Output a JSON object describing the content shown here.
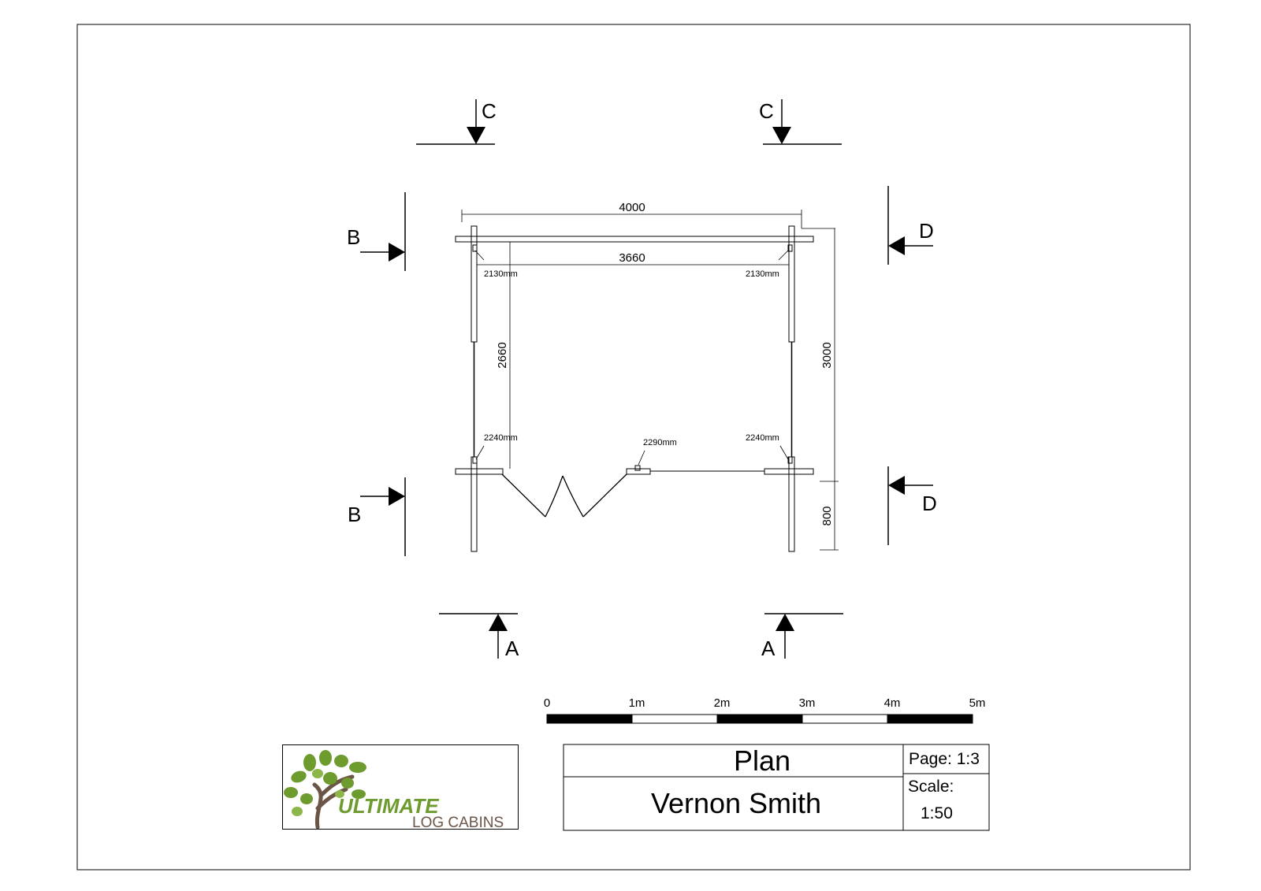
{
  "sections": {
    "c_left": "C",
    "c_right": "C",
    "b_top": "B",
    "b_bottom": "B",
    "d_top": "D",
    "d_bottom": "D",
    "a_left": "A",
    "a_right": "A"
  },
  "dimensions": {
    "overall_width": "4000",
    "inner_width": "3660",
    "inner_depth": "2660",
    "overall_depth": "3000",
    "canopy_depth": "800",
    "corner_top_left": "2130mm",
    "corner_top_right": "2130mm",
    "corner_front_left": "2240mm",
    "corner_front_right": "2240mm",
    "door_post": "2290mm"
  },
  "scale_bar": {
    "labels": [
      "0",
      "1m",
      "2m",
      "3m",
      "4m",
      "5m"
    ],
    "segments": [
      "black",
      "white",
      "black",
      "white",
      "black"
    ]
  },
  "title_block": {
    "title": "Plan",
    "client": "Vernon Smith",
    "page": "Page: 1:3",
    "scale_label": "Scale:",
    "scale_value": "1:50"
  },
  "logo": {
    "word1": "ULTIMATE",
    "word2": "LOG CABINS",
    "leaf_color": "#6d9b2e",
    "trunk_color": "#6b5546"
  }
}
